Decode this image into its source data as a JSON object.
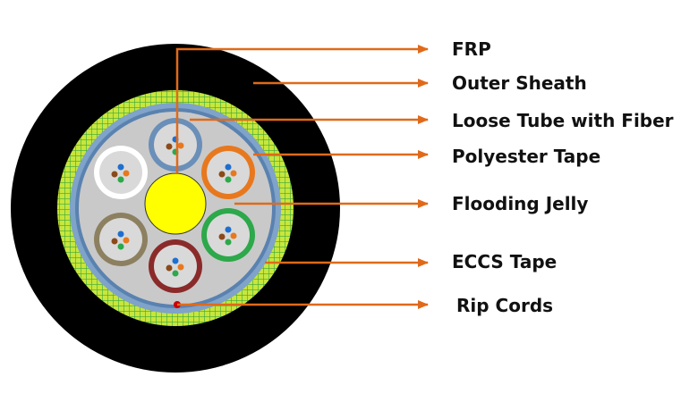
{
  "labels": {
    "frp": "FRP",
    "outer_sheath": "Outer Sheath",
    "loose_tube": "Loose Tube with Fiber",
    "polyester_tape": "Polyester Tape",
    "flooding_jelly": "Flooding Jelly",
    "eccs_tape": "ECCS Tape",
    "rip_cords": "Rip Cords"
  },
  "colors": {
    "leader_line": "#e06a1a",
    "outer_sheath": "#000000",
    "eccs_tape": "#c8e63c",
    "eccs_grid": "#3aa83a",
    "polyester_tape": "#7fa3c9",
    "flooding_jelly": "#c9c9c9",
    "frp": "#ffff00",
    "rip_cord": "#cc0000"
  },
  "tubes": [
    {
      "name": "blue",
      "color": "#6a8fb8"
    },
    {
      "name": "orange",
      "color": "#e8781e"
    },
    {
      "name": "green",
      "color": "#2da84a"
    },
    {
      "name": "brown",
      "color": "#8b2a2a"
    },
    {
      "name": "olive",
      "color": "#8c8060"
    },
    {
      "name": "white",
      "color": "#ffffff"
    }
  ]
}
